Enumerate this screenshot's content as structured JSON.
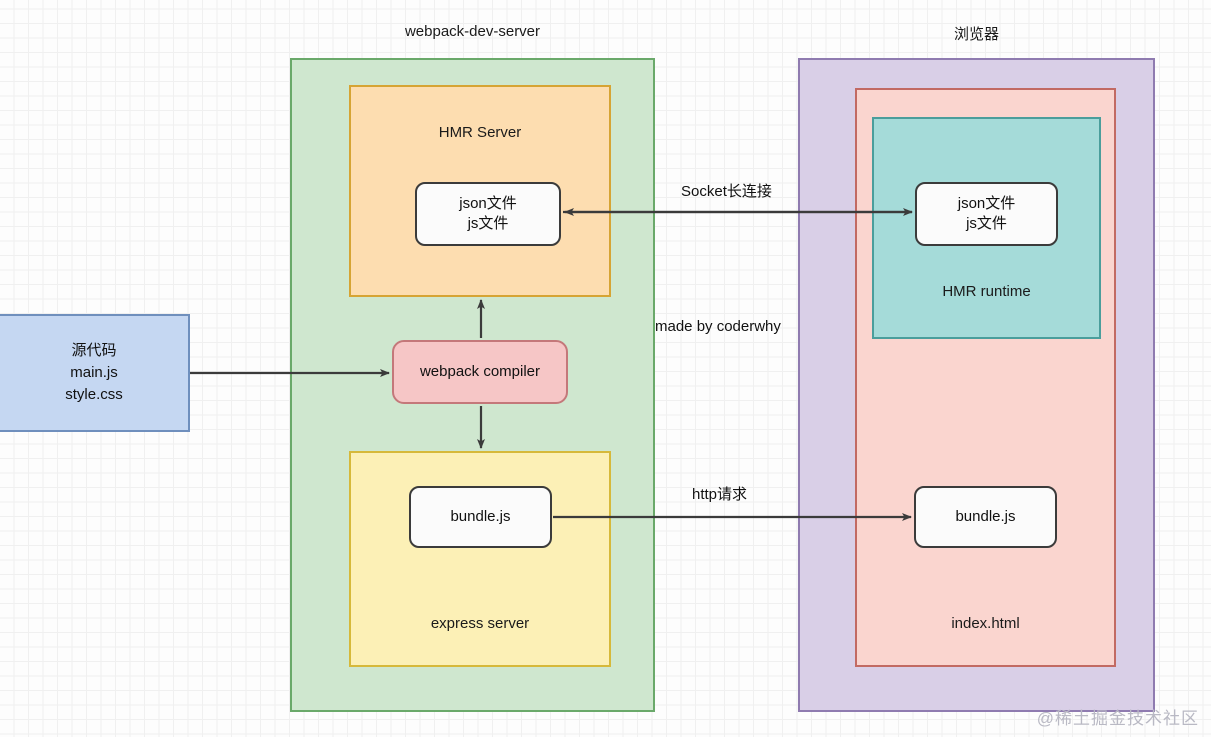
{
  "diagram": {
    "titles": {
      "server": "webpack-dev-server",
      "browser": "浏览器"
    },
    "containers": {
      "hmr_server": {
        "label": "HMR Server",
        "fill": "#fdddb0",
        "stroke": "#d6a434"
      },
      "express_server": {
        "label": "express server",
        "fill": "#fcf0b6",
        "stroke": "#d6b93a"
      },
      "dev_server": {
        "fill": "#cfe7cf",
        "stroke": "#6aa96a"
      },
      "browser": {
        "fill": "#d9cfe7",
        "stroke": "#8f7bb0"
      },
      "index_html": {
        "label": "index.html",
        "fill": "#fad5cf",
        "stroke": "#c26a63"
      },
      "hmr_runtime": {
        "label": "HMR runtime",
        "fill": "#a5dbd9",
        "stroke": "#4a9e9c"
      }
    },
    "nodes": {
      "source_code": {
        "lines": [
          "源代码",
          "main.js",
          "style.css"
        ],
        "fill": "#c5d7f2",
        "stroke": "#6f8fbd"
      },
      "compiler": {
        "label": "webpack compiler",
        "fill": "#f6c6c6",
        "stroke": "#c4787a"
      },
      "server_files": {
        "lines": [
          "json文件",
          "js文件"
        ]
      },
      "browser_files": {
        "lines": [
          "json文件",
          "js文件"
        ]
      },
      "server_bundle": {
        "label": "bundle.js"
      },
      "browser_bundle": {
        "label": "bundle.js"
      }
    },
    "edges": {
      "socket": "Socket长连接",
      "http": "http请求"
    },
    "annotations": {
      "made_by": "made by coderwhy",
      "watermark": "@稀土掘金技术社区"
    }
  }
}
